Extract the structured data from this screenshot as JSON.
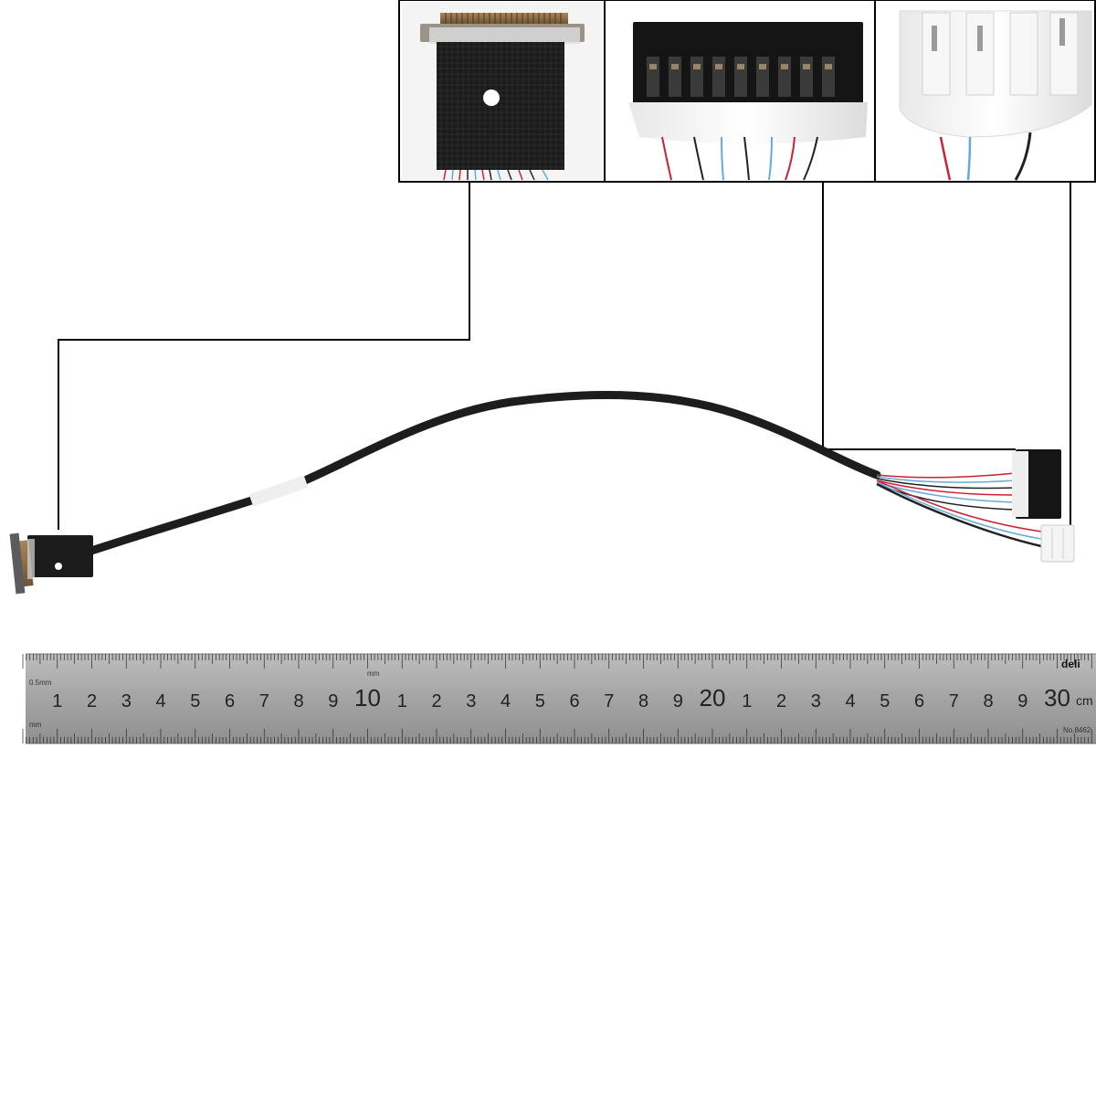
{
  "ruler": {
    "brand": "deli",
    "unit_cm": "cm",
    "unit_mm": "mm",
    "precision_label": "0.5mm",
    "model_label": "No.8462",
    "big_labels": [
      "10",
      "20",
      "30"
    ],
    "digit_labels": [
      "1",
      "2",
      "3",
      "4",
      "5",
      "6",
      "7",
      "8",
      "9"
    ]
  },
  "insets": [
    {
      "name": "fpc-connector-detail",
      "color": "#1b1b1b"
    },
    {
      "name": "black-socket-detail",
      "color": "#151515"
    },
    {
      "name": "white-plug-detail",
      "color": "#f2f2f2"
    }
  ],
  "colors": {
    "cable": "#1d1d1d",
    "callout": "#000000",
    "ruler_face": "#a9a9a9",
    "ruler_mark": "#2a2a2a"
  }
}
